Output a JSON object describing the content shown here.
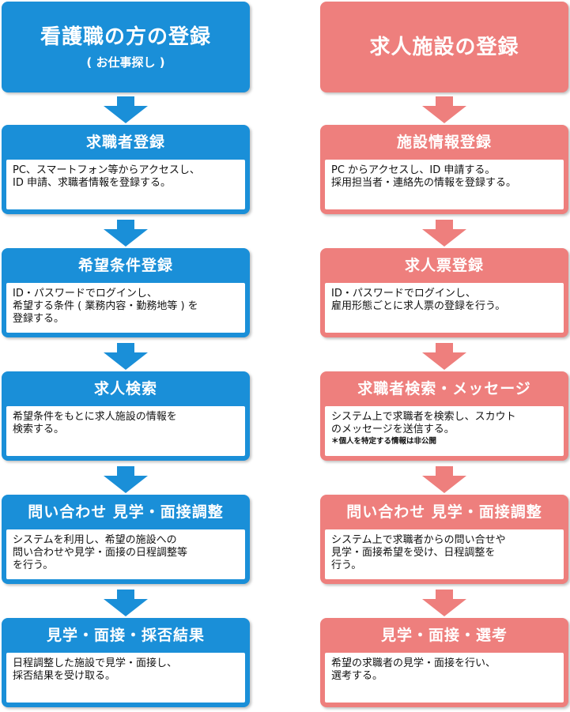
{
  "colors": {
    "blue": "#1a8fd8",
    "pink": "#ee7f7d",
    "arrow_blue": "#1a8fd8",
    "arrow_pink": "#ee7f7d"
  },
  "left": {
    "title": "看護職の方の登録",
    "subtitle": "( お仕事探し )",
    "steps": [
      {
        "title": "求職者登録",
        "lines": [
          "PC、スマートフォン等からアクセスし、",
          "ID 申請、求職者情報を登録する。"
        ]
      },
      {
        "title": "希望条件登録",
        "lines": [
          "ID・パスワードでログインし、",
          "希望する条件 ( 業務内容・勤務地等 ) を",
          "登録する。"
        ]
      },
      {
        "title": "求人検索",
        "lines": [
          "希望条件をもとに求人施設の情報を",
          "検索する。"
        ]
      },
      {
        "title": "問い合わせ 見学・面接調整",
        "lines": [
          "システムを利用し、希望の施設への",
          "問い合わせや見学・面接の日程調整等",
          "を行う。"
        ]
      },
      {
        "title": "見学・面接・採否結果",
        "lines": [
          "日程調整した施設で見学・面接し、",
          "採否結果を受け取る。"
        ]
      }
    ]
  },
  "right": {
    "title": "求人施設の登録",
    "steps": [
      {
        "title": "施設情報登録",
        "lines": [
          "PC からアクセスし、ID 申請する。",
          "採用担当者・連絡先の情報を登録する。"
        ]
      },
      {
        "title": "求人票登録",
        "lines": [
          "ID・パスワードでログインし、",
          "雇用形態ごとに求人票の登録を行う。"
        ]
      },
      {
        "title": "求職者検索・メッセージ",
        "lines": [
          "システム上で求職者を検索し、スカウト",
          "のメッセージを送信する。"
        ],
        "note": "＊個人を特定する情報は非公開"
      },
      {
        "title": "問い合わせ 見学・面接調整",
        "lines": [
          "システム上で求職者からの問い合せや",
          "見学・面接希望を受け、日程調整を",
          "行う。"
        ]
      },
      {
        "title": "見学・面接・選考",
        "lines": [
          "希望の求職者の見学・面接を行い、",
          "選考する。"
        ]
      }
    ]
  }
}
